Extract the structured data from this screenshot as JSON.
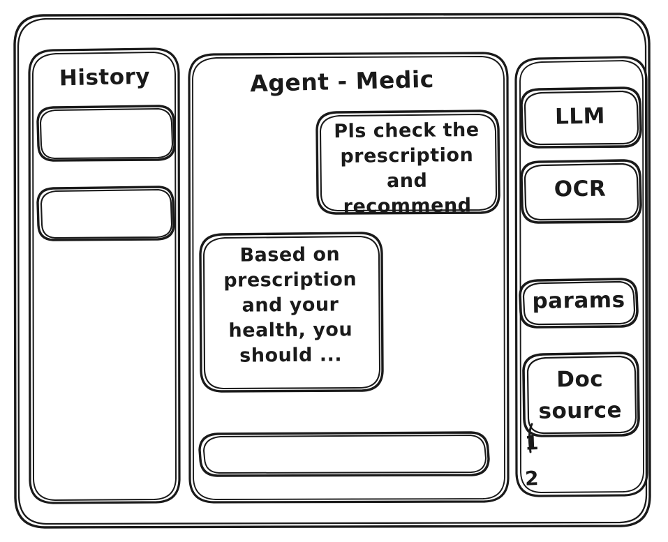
{
  "window": {
    "style": "hand-drawn-wireframe",
    "stroke_color": "#1a1a1a",
    "background_color": "#ffffff"
  },
  "sidebar": {
    "title": "History",
    "items": [
      {
        "label": ""
      },
      {
        "label": ""
      }
    ]
  },
  "main": {
    "title": "Agent - Medic",
    "messages": [
      {
        "role": "user",
        "text": "Pls check the\nprescription\nand recommend"
      },
      {
        "role": "assistant",
        "text": "Based on\nprescription\nand your\nhealth, you\nshould ..."
      }
    ],
    "composer": {
      "value": "",
      "placeholder": ""
    }
  },
  "tools_panel": {
    "items": [
      {
        "label": "LLM"
      },
      {
        "label": "OCR"
      },
      {
        "label": "params"
      },
      {
        "label": "Doc\nsource"
      }
    ],
    "source_list": [
      {
        "label": "1"
      },
      {
        "label": "2"
      }
    ]
  }
}
